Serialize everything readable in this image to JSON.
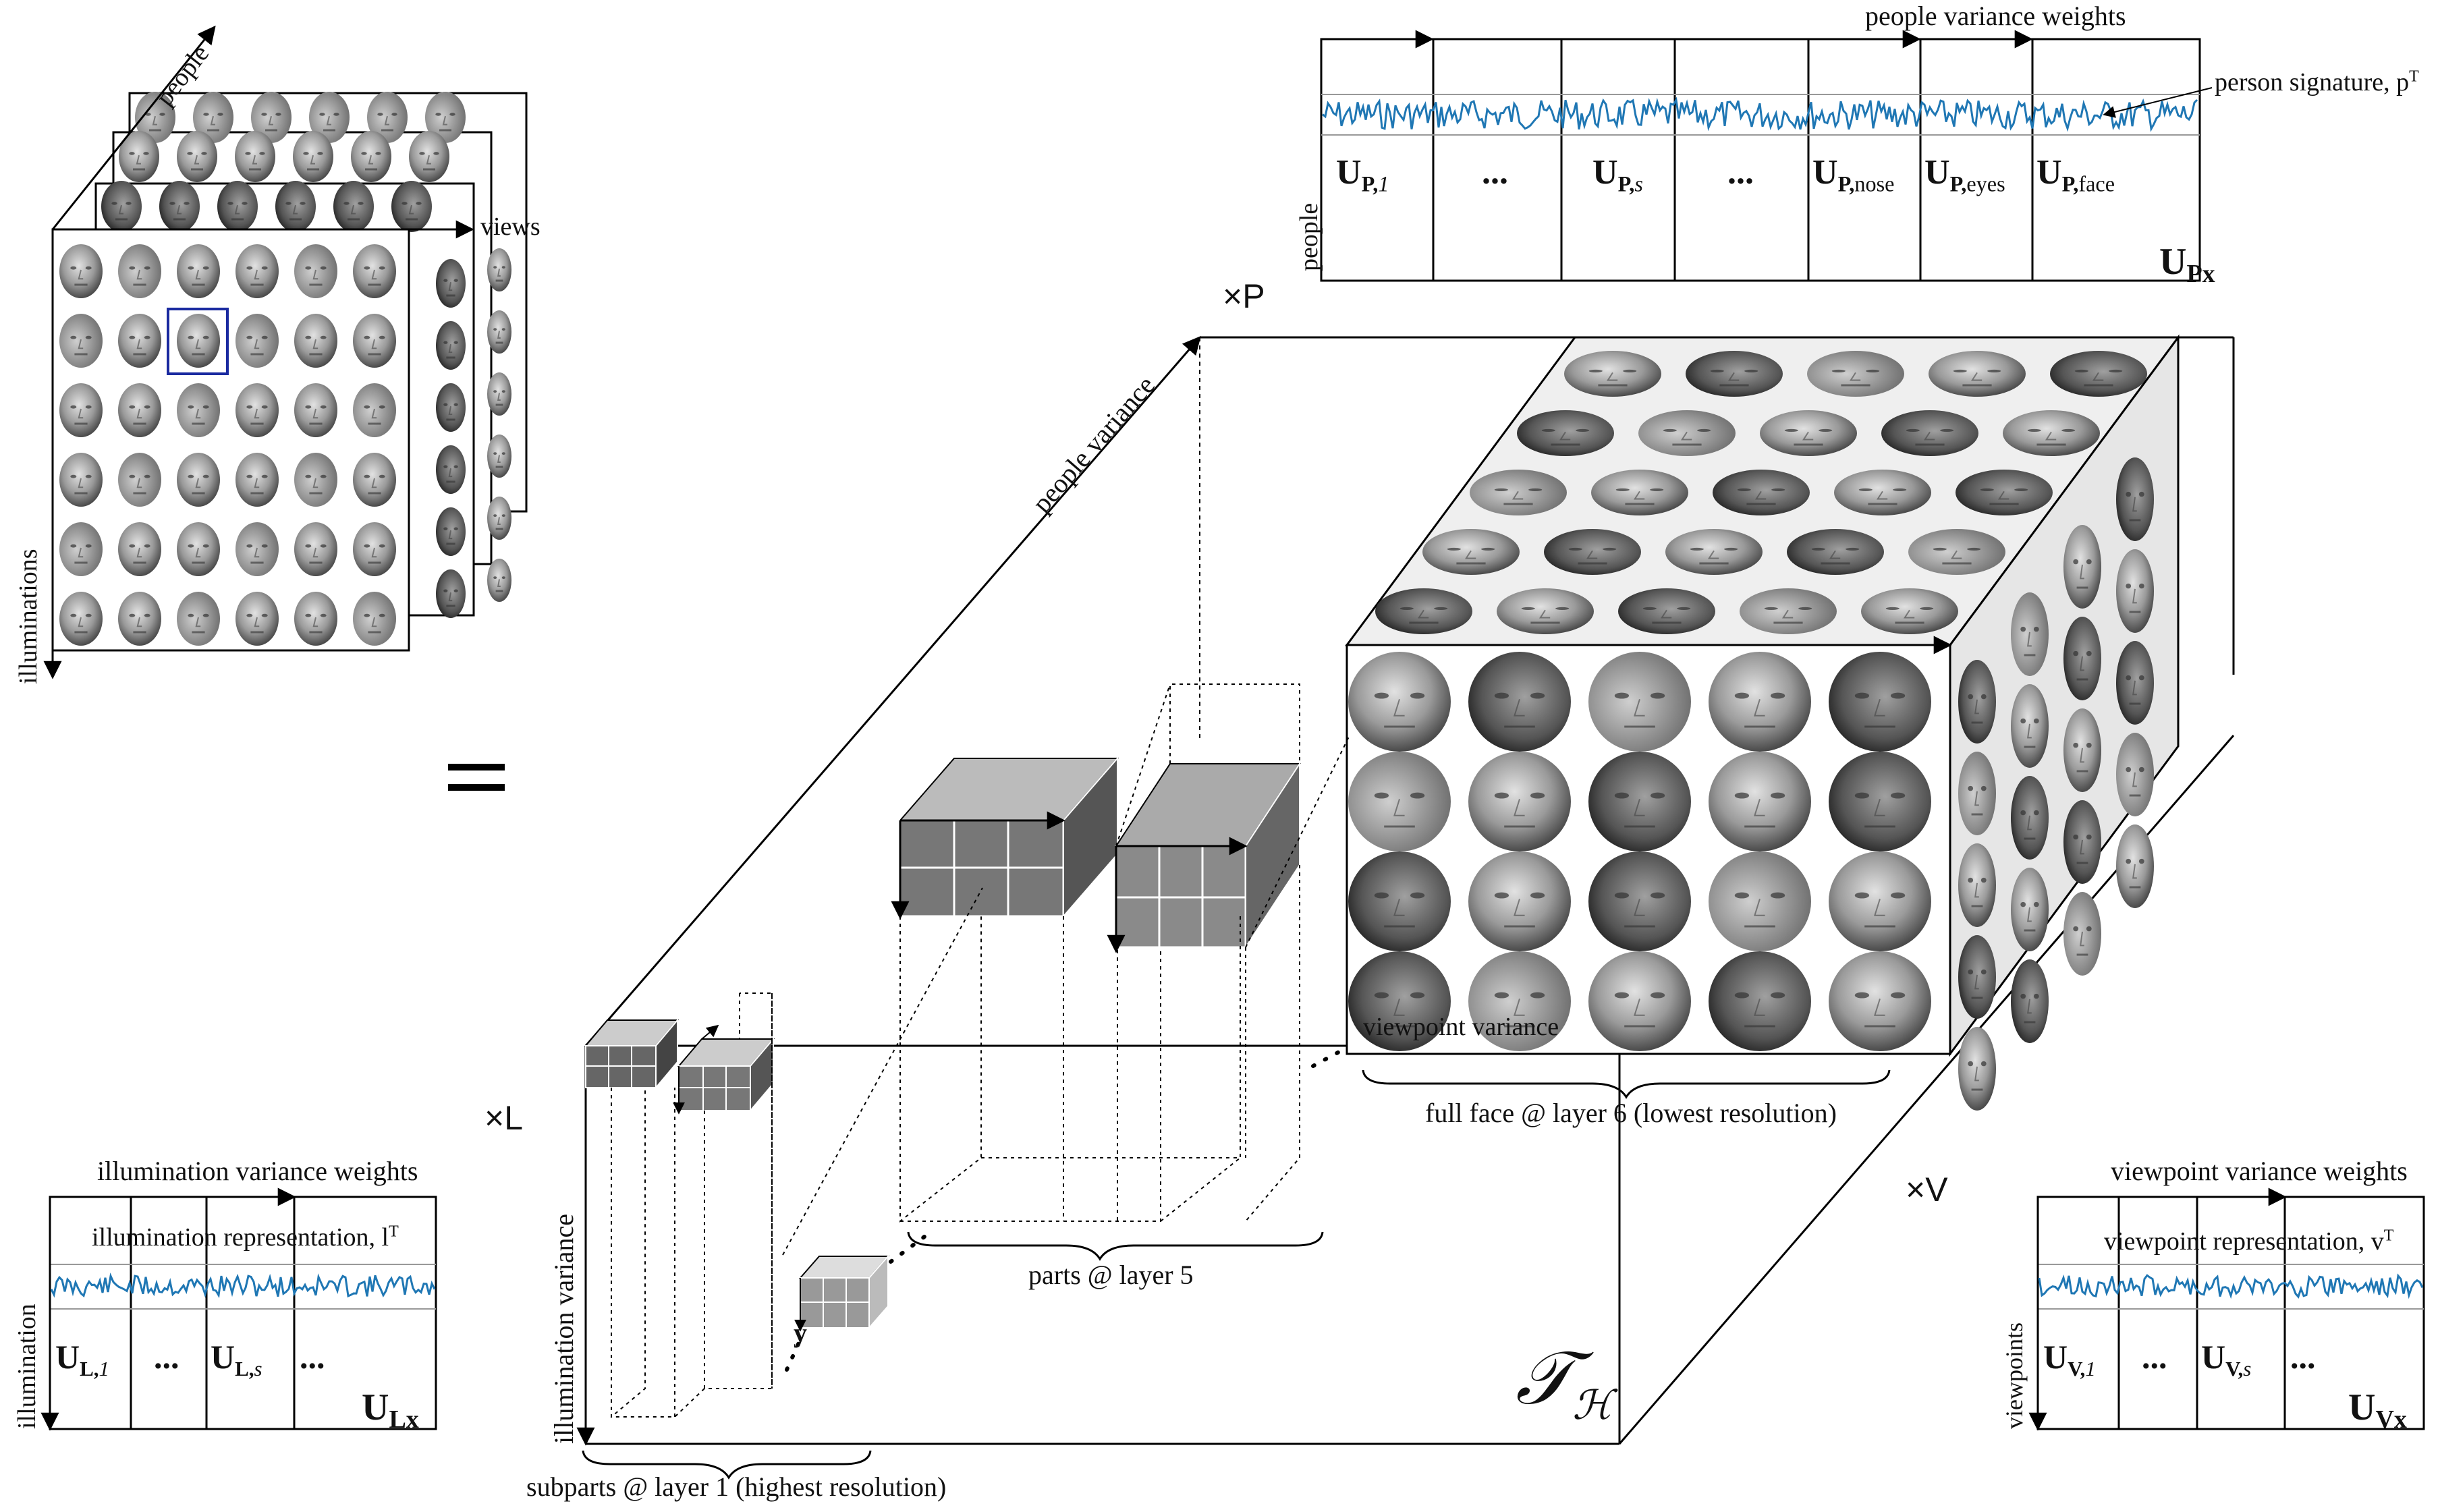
{
  "image_stack": {
    "axis_people": "people",
    "axis_views": "views",
    "axis_illuminations": "illuminations"
  },
  "equals": "=",
  "top_panel": {
    "title": "people variance weights",
    "signature": "person signature, p",
    "signature_sup": "T",
    "row_label": "people",
    "cols": [
      {
        "main": "U",
        "sub": "P,",
        "tail": "1"
      },
      {
        "main": "...",
        "sub": "",
        "tail": ""
      },
      {
        "main": "U",
        "sub": "P,",
        "tail": "s"
      },
      {
        "main": "...",
        "sub": "",
        "tail": ""
      },
      {
        "main": "U",
        "sub": "P,",
        "tail": "nose"
      },
      {
        "main": "U",
        "sub": "P,",
        "tail": "eyes"
      },
      {
        "main": "U",
        "sub": "P,",
        "tail": "face"
      }
    ],
    "matrix_main": "U",
    "matrix_sub": "Px"
  },
  "bottom_left_panel": {
    "title": "illumination variance weights",
    "representation": "illumination representation, l",
    "representation_sup": "T",
    "row_label": "illumination",
    "cols": [
      {
        "main": "U",
        "sub": "L,",
        "tail": "1"
      },
      {
        "main": "...",
        "sub": "",
        "tail": ""
      },
      {
        "main": "U",
        "sub": "L,",
        "tail": "s"
      },
      {
        "main": "...",
        "sub": "",
        "tail": ""
      }
    ],
    "matrix_main": "U",
    "matrix_sub": "Lx"
  },
  "bottom_right_panel": {
    "title": "viewpoint variance weights",
    "representation": "viewpoint representation, v",
    "representation_sup": "T",
    "row_label": "viewpoints",
    "cols": [
      {
        "main": "U",
        "sub": "V,",
        "tail": "1"
      },
      {
        "main": "...",
        "sub": "",
        "tail": ""
      },
      {
        "main": "U",
        "sub": "V,",
        "tail": "s"
      },
      {
        "main": "...",
        "sub": "",
        "tail": ""
      }
    ],
    "matrix_main": "U",
    "matrix_sub": "Vx"
  },
  "products": {
    "people": "×P",
    "illumination": "×L",
    "viewpoint": "×V"
  },
  "tensor": {
    "people_variance": "people variance",
    "viewpoint_variance": "viewpoint variance",
    "illumination_variance": "illumination variance",
    "symbol": "𝒯",
    "symbol_sub": "ℋ",
    "full_face": "full face @ layer 6 (lowest resolution)",
    "parts": "parts @ layer 5",
    "subparts": "subparts @ layer 1 (highest resolution)",
    "y_label": "y"
  },
  "colors": {
    "signal": "#1f77b4",
    "face_light": "#b8b8b8",
    "face_dark": "#3c3c3c",
    "highlight": "#1a2aa0"
  }
}
